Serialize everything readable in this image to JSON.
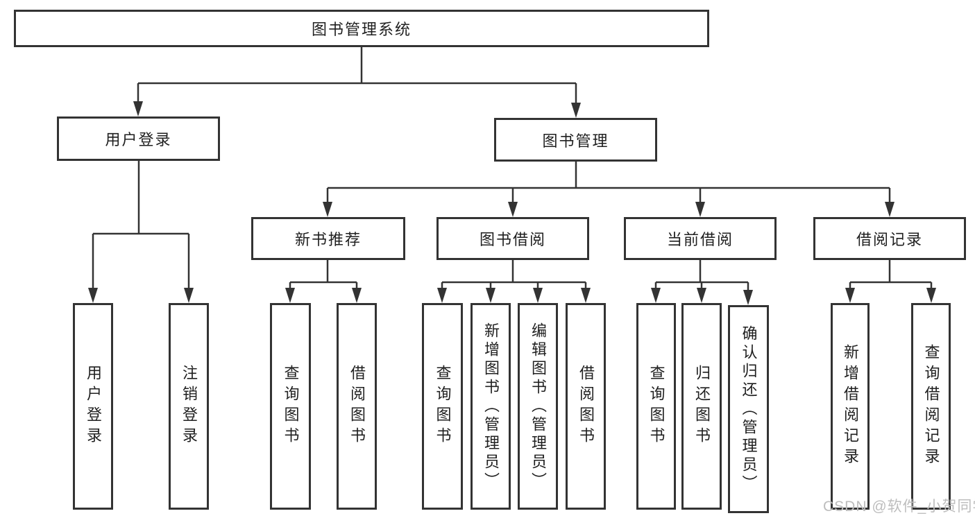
{
  "diagram": {
    "title_note": "functional structure diagram of a library management system",
    "root": {
      "label": "图书管理系统"
    },
    "branches": [
      {
        "label": "用户登录",
        "children": [
          {
            "label": "用户登录"
          },
          {
            "label": "注销登录"
          }
        ]
      },
      {
        "label": "图书管理",
        "groups": [
          {
            "label": "新书推荐",
            "children": [
              {
                "label": "查询图书"
              },
              {
                "label": "借阅图书"
              }
            ]
          },
          {
            "label": "图书借阅",
            "children": [
              {
                "label": "查询图书"
              },
              {
                "label": "新增图书（管理员）"
              },
              {
                "label": "编辑图书（管理员）"
              },
              {
                "label": "借阅图书"
              }
            ]
          },
          {
            "label": "当前借阅",
            "children": [
              {
                "label": "查询图书"
              },
              {
                "label": "归还图书"
              },
              {
                "label": "确认归还（管理员）"
              }
            ]
          },
          {
            "label": "借阅记录",
            "children": [
              {
                "label": "新增借阅记录"
              },
              {
                "label": "查询借阅记录"
              }
            ]
          }
        ]
      }
    ],
    "watermark": "CSDN @软件_小贺同学",
    "colors": {
      "line": "#333333",
      "text": "#1f1f1f",
      "watermark": "#bdbdbd",
      "background": "#ffffff"
    }
  }
}
